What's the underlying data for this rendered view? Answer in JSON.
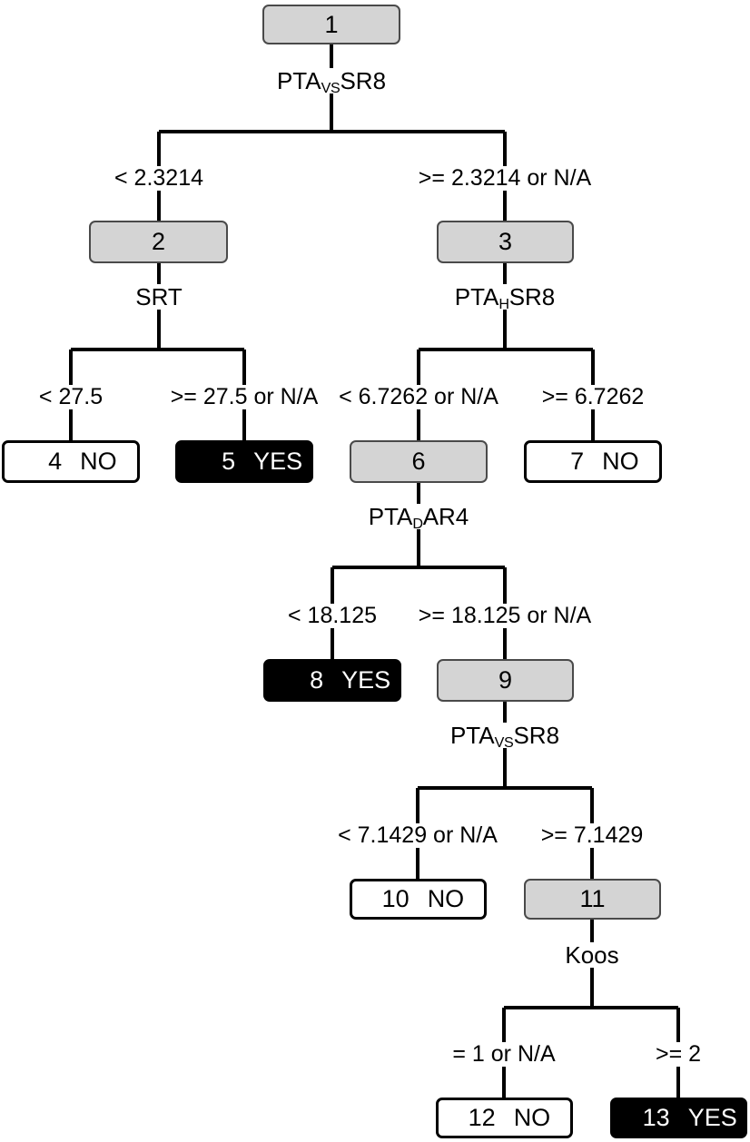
{
  "diagram": {
    "type": "decision-tree",
    "title": "",
    "colors": {
      "internal_node_fill": "#d4d4d4",
      "leaf_yes_fill": "#000000",
      "leaf_no_fill": "#ffffff",
      "stroke": "#000000"
    },
    "nodes": [
      {
        "id": "1",
        "kind": "internal",
        "number": "1",
        "split_var_pre": "PTA",
        "split_var_sub": "VS",
        "split_var_post": "SR8"
      },
      {
        "id": "2",
        "kind": "internal",
        "number": "2",
        "split_var_pre": "SRT",
        "split_var_sub": "",
        "split_var_post": ""
      },
      {
        "id": "3",
        "kind": "internal",
        "number": "3",
        "split_var_pre": "PTA",
        "split_var_sub": "H",
        "split_var_post": "SR8"
      },
      {
        "id": "4",
        "kind": "leaf",
        "number": "4",
        "class": "NO"
      },
      {
        "id": "5",
        "kind": "leaf",
        "number": "5",
        "class": "YES"
      },
      {
        "id": "6",
        "kind": "internal",
        "number": "6",
        "split_var_pre": "PTA",
        "split_var_sub": "D",
        "split_var_post": "AR4"
      },
      {
        "id": "7",
        "kind": "leaf",
        "number": "7",
        "class": "NO"
      },
      {
        "id": "8",
        "kind": "leaf",
        "number": "8",
        "class": "YES"
      },
      {
        "id": "9",
        "kind": "internal",
        "number": "9",
        "split_var_pre": "PTA",
        "split_var_sub": "VS",
        "split_var_post": "SR8"
      },
      {
        "id": "10",
        "kind": "leaf",
        "number": "10",
        "class": "NO"
      },
      {
        "id": "11",
        "kind": "internal",
        "number": "11",
        "split_var_pre": "Koos",
        "split_var_sub": "",
        "split_var_post": ""
      },
      {
        "id": "12",
        "kind": "leaf",
        "number": "12",
        "class": "NO"
      },
      {
        "id": "13",
        "kind": "leaf",
        "number": "13",
        "class": "YES"
      }
    ],
    "edges": [
      {
        "from": "1",
        "to": "2",
        "label": "< 2.3214"
      },
      {
        "from": "1",
        "to": "3",
        "label": ">= 2.3214 or N/A"
      },
      {
        "from": "2",
        "to": "4",
        "label": "< 27.5"
      },
      {
        "from": "2",
        "to": "5",
        "label": ">= 27.5 or N/A"
      },
      {
        "from": "3",
        "to": "6",
        "label": "< 6.7262 or N/A"
      },
      {
        "from": "3",
        "to": "7",
        "label": ">= 6.7262"
      },
      {
        "from": "6",
        "to": "8",
        "label": "< 18.125"
      },
      {
        "from": "6",
        "to": "9",
        "label": ">= 18.125 or N/A"
      },
      {
        "from": "9",
        "to": "10",
        "label": "< 7.1429 or N/A"
      },
      {
        "from": "9",
        "to": "11",
        "label": ">= 7.1429"
      },
      {
        "from": "11",
        "to": "12",
        "label": "= 1 or N/A"
      },
      {
        "from": "11",
        "to": "13",
        "label": ">= 2"
      }
    ]
  }
}
